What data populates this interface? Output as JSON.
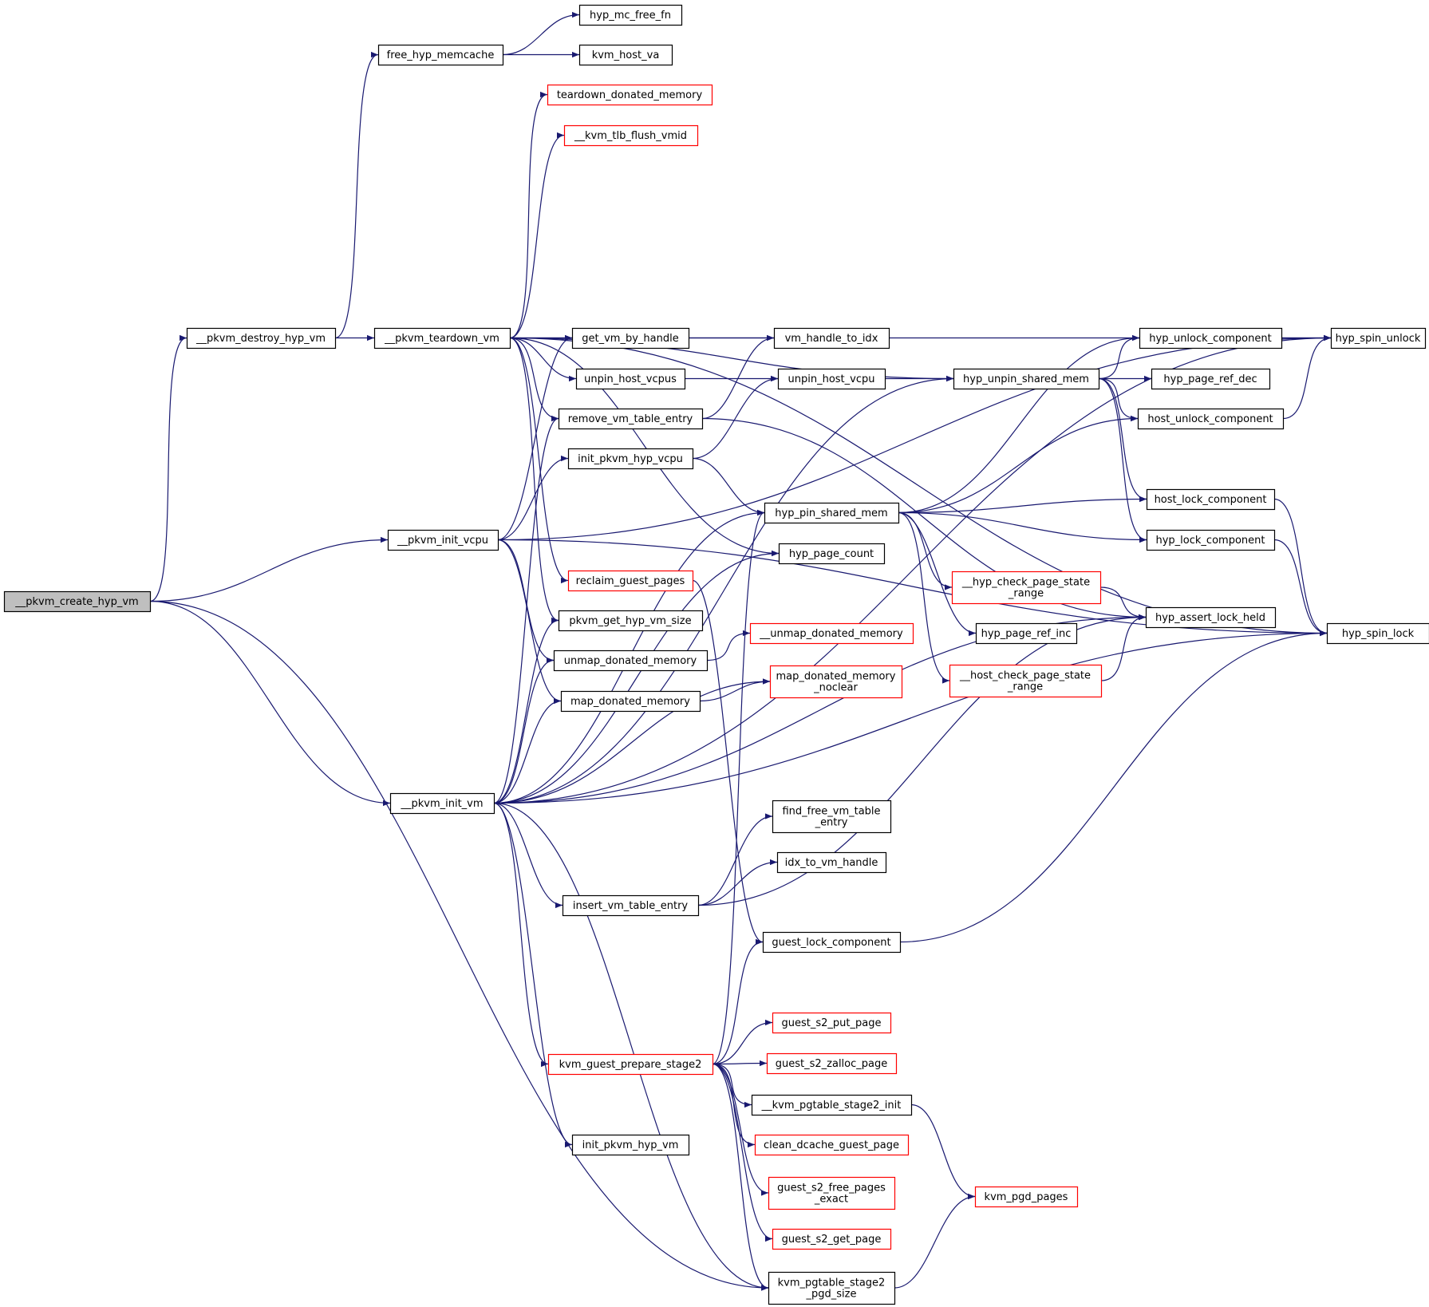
{
  "colors": {
    "edge": "#191970",
    "node_fill": "#ffffff",
    "node_border": "#000000",
    "node_border_truncated": "#ff0000",
    "root_fill": "#bfbfbf"
  },
  "nodes": [
    {
      "id": "create_vm",
      "label": "__pkvm_create_hyp_vm",
      "style": "root"
    },
    {
      "id": "destroy_vm",
      "label": "__pkvm_destroy_hyp_vm",
      "style": "normal"
    },
    {
      "id": "init_vcpu",
      "label": "__pkvm_init_vcpu",
      "style": "normal"
    },
    {
      "id": "init_vm",
      "label": "__pkvm_init_vm",
      "style": "normal"
    },
    {
      "id": "free_memcache",
      "label": "free_hyp_memcache",
      "style": "normal"
    },
    {
      "id": "teardown_vm",
      "label": "__pkvm_teardown_vm",
      "style": "normal"
    },
    {
      "id": "mc_free_fn",
      "label": "hyp_mc_free_fn",
      "style": "normal"
    },
    {
      "id": "kvm_host_va",
      "label": "kvm_host_va",
      "style": "normal"
    },
    {
      "id": "teardown_donated",
      "label": "teardown_donated_memory",
      "style": "truncated"
    },
    {
      "id": "tlb_flush",
      "label": "__kvm_tlb_flush_vmid",
      "style": "truncated"
    },
    {
      "id": "get_vm",
      "label": "get_vm_by_handle",
      "style": "normal"
    },
    {
      "id": "unpin_vcpus",
      "label": "unpin_host_vcpus",
      "style": "normal"
    },
    {
      "id": "remove_entry",
      "label": "remove_vm_table_entry",
      "style": "normal"
    },
    {
      "id": "init_hyp_vcpu",
      "label": "init_pkvm_hyp_vcpu",
      "style": "normal"
    },
    {
      "id": "reclaim",
      "label": "reclaim_guest_pages",
      "style": "truncated"
    },
    {
      "id": "get_vm_size",
      "label": "pkvm_get_hyp_vm_size",
      "style": "normal"
    },
    {
      "id": "unmap_donated",
      "label": "unmap_donated_memory",
      "style": "normal"
    },
    {
      "id": "map_donated",
      "label": "map_donated_memory",
      "style": "normal"
    },
    {
      "id": "insert_entry",
      "label": "insert_vm_table_entry",
      "style": "normal"
    },
    {
      "id": "prepare_s2",
      "label": "kvm_guest_prepare_stage2",
      "style": "truncated"
    },
    {
      "id": "init_hyp_vm",
      "label": "init_pkvm_hyp_vm",
      "style": "normal"
    },
    {
      "id": "handle_to_idx",
      "label": "vm_handle_to_idx",
      "style": "normal"
    },
    {
      "id": "unpin_vcpu",
      "label": "unpin_host_vcpu",
      "style": "normal"
    },
    {
      "id": "pin_shared",
      "label": "hyp_pin_shared_mem",
      "style": "normal"
    },
    {
      "id": "page_count",
      "label": "hyp_page_count",
      "style": "normal"
    },
    {
      "id": "unmap_noclear",
      "label": "__unmap_donated_memory",
      "style": "truncated"
    },
    {
      "id": "map_noclear",
      "label": "map_donated_memory\n_noclear",
      "style": "truncated"
    },
    {
      "id": "find_free",
      "label": "find_free_vm_table\n_entry",
      "style": "normal"
    },
    {
      "id": "idx_to_handle",
      "label": "idx_to_vm_handle",
      "style": "normal"
    },
    {
      "id": "guest_lock",
      "label": "guest_lock_component",
      "style": "normal"
    },
    {
      "id": "s2_put",
      "label": "guest_s2_put_page",
      "style": "truncated"
    },
    {
      "id": "s2_zalloc",
      "label": "guest_s2_zalloc_page",
      "style": "truncated"
    },
    {
      "id": "pgtable_init",
      "label": "__kvm_pgtable_stage2_init",
      "style": "normal"
    },
    {
      "id": "clean_dcache",
      "label": "clean_dcache_guest_page",
      "style": "truncated"
    },
    {
      "id": "s2_free",
      "label": "guest_s2_free_pages\n_exact",
      "style": "truncated"
    },
    {
      "id": "s2_get",
      "label": "guest_s2_get_page",
      "style": "truncated"
    },
    {
      "id": "pgd_size",
      "label": "kvm_pgtable_stage2\n_pgd_size",
      "style": "normal"
    },
    {
      "id": "unpin_shared",
      "label": "hyp_unpin_shared_mem",
      "style": "normal"
    },
    {
      "id": "hyp_check",
      "label": "__hyp_check_page_state\n_range",
      "style": "truncated"
    },
    {
      "id": "ref_inc",
      "label": "hyp_page_ref_inc",
      "style": "normal"
    },
    {
      "id": "host_check",
      "label": "__host_check_page_state\n_range",
      "style": "truncated"
    },
    {
      "id": "pgd_pages",
      "label": "kvm_pgd_pages",
      "style": "truncated"
    },
    {
      "id": "hyp_unlock_comp",
      "label": "hyp_unlock_component",
      "style": "normal"
    },
    {
      "id": "ref_dec",
      "label": "hyp_page_ref_dec",
      "style": "normal"
    },
    {
      "id": "host_unlock_comp",
      "label": "host_unlock_component",
      "style": "normal"
    },
    {
      "id": "host_lock_comp",
      "label": "host_lock_component",
      "style": "normal"
    },
    {
      "id": "hyp_lock_comp",
      "label": "hyp_lock_component",
      "style": "normal"
    },
    {
      "id": "assert_lock",
      "label": "hyp_assert_lock_held",
      "style": "normal"
    },
    {
      "id": "spin_unlock",
      "label": "hyp_spin_unlock",
      "style": "normal"
    },
    {
      "id": "spin_lock",
      "label": "hyp_spin_lock",
      "style": "normal"
    }
  ],
  "edges": [
    [
      "create_vm",
      "destroy_vm"
    ],
    [
      "create_vm",
      "init_vcpu"
    ],
    [
      "create_vm",
      "init_vm"
    ],
    [
      "create_vm",
      "pgd_size"
    ],
    [
      "destroy_vm",
      "free_memcache"
    ],
    [
      "destroy_vm",
      "teardown_vm"
    ],
    [
      "free_memcache",
      "mc_free_fn"
    ],
    [
      "free_memcache",
      "kvm_host_va"
    ],
    [
      "teardown_vm",
      "teardown_donated"
    ],
    [
      "teardown_vm",
      "tlb_flush"
    ],
    [
      "teardown_vm",
      "spin_unlock"
    ],
    [
      "teardown_vm",
      "spin_lock"
    ],
    [
      "teardown_vm",
      "unpin_shared"
    ],
    [
      "teardown_vm",
      "get_vm"
    ],
    [
      "teardown_vm",
      "unpin_vcpus"
    ],
    [
      "teardown_vm",
      "remove_entry"
    ],
    [
      "teardown_vm",
      "reclaim"
    ],
    [
      "teardown_vm",
      "get_vm_size"
    ],
    [
      "teardown_vm",
      "page_count"
    ],
    [
      "init_vcpu",
      "get_vm"
    ],
    [
      "init_vcpu",
      "spin_unlock"
    ],
    [
      "init_vcpu",
      "init_hyp_vcpu"
    ],
    [
      "init_vcpu",
      "spin_lock"
    ],
    [
      "init_vcpu",
      "unmap_donated"
    ],
    [
      "init_vcpu",
      "map_donated"
    ],
    [
      "init_vm",
      "get_vm_size"
    ],
    [
      "init_vm",
      "unmap_donated"
    ],
    [
      "init_vm",
      "map_donated"
    ],
    [
      "init_vm",
      "remove_entry"
    ],
    [
      "init_vm",
      "pin_shared"
    ],
    [
      "init_vm",
      "page_count"
    ],
    [
      "init_vm",
      "map_noclear"
    ],
    [
      "init_vm",
      "unpin_shared"
    ],
    [
      "init_vm",
      "assert_lock"
    ],
    [
      "init_vm",
      "spin_unlock"
    ],
    [
      "init_vm",
      "spin_lock"
    ],
    [
      "init_vm",
      "insert_entry"
    ],
    [
      "init_vm",
      "prepare_s2"
    ],
    [
      "init_vm",
      "init_hyp_vm"
    ],
    [
      "init_vm",
      "pgd_size"
    ],
    [
      "get_vm",
      "handle_to_idx"
    ],
    [
      "unpin_vcpus",
      "unpin_vcpu"
    ],
    [
      "remove_entry",
      "handle_to_idx"
    ],
    [
      "remove_entry",
      "assert_lock"
    ],
    [
      "init_hyp_vcpu",
      "unpin_vcpu"
    ],
    [
      "init_hyp_vcpu",
      "pin_shared"
    ],
    [
      "reclaim",
      "guest_lock"
    ],
    [
      "unmap_donated",
      "unmap_noclear"
    ],
    [
      "map_donated",
      "map_noclear"
    ],
    [
      "insert_entry",
      "find_free"
    ],
    [
      "insert_entry",
      "idx_to_handle"
    ],
    [
      "insert_entry",
      "assert_lock"
    ],
    [
      "prepare_s2",
      "pin_shared"
    ],
    [
      "prepare_s2",
      "guest_lock"
    ],
    [
      "prepare_s2",
      "s2_put"
    ],
    [
      "prepare_s2",
      "s2_zalloc"
    ],
    [
      "prepare_s2",
      "pgtable_init"
    ],
    [
      "prepare_s2",
      "clean_dcache"
    ],
    [
      "prepare_s2",
      "s2_free"
    ],
    [
      "prepare_s2",
      "s2_get"
    ],
    [
      "prepare_s2",
      "pgd_size"
    ],
    [
      "unpin_vcpu",
      "unpin_shared"
    ],
    [
      "pin_shared",
      "hyp_unlock_comp"
    ],
    [
      "pin_shared",
      "host_unlock_comp"
    ],
    [
      "pin_shared",
      "host_lock_comp"
    ],
    [
      "pin_shared",
      "hyp_lock_comp"
    ],
    [
      "pin_shared",
      "hyp_check"
    ],
    [
      "pin_shared",
      "ref_inc"
    ],
    [
      "pin_shared",
      "host_check"
    ],
    [
      "guest_lock",
      "spin_lock"
    ],
    [
      "pgtable_init",
      "pgd_pages"
    ],
    [
      "pgd_size",
      "pgd_pages"
    ],
    [
      "unpin_shared",
      "hyp_unlock_comp"
    ],
    [
      "unpin_shared",
      "ref_dec"
    ],
    [
      "unpin_shared",
      "host_unlock_comp"
    ],
    [
      "unpin_shared",
      "host_lock_comp"
    ],
    [
      "unpin_shared",
      "hyp_lock_comp"
    ],
    [
      "hyp_check",
      "assert_lock"
    ],
    [
      "host_check",
      "assert_lock"
    ],
    [
      "hyp_unlock_comp",
      "spin_unlock"
    ],
    [
      "host_unlock_comp",
      "spin_unlock"
    ],
    [
      "host_lock_comp",
      "spin_lock"
    ],
    [
      "hyp_lock_comp",
      "spin_lock"
    ]
  ]
}
